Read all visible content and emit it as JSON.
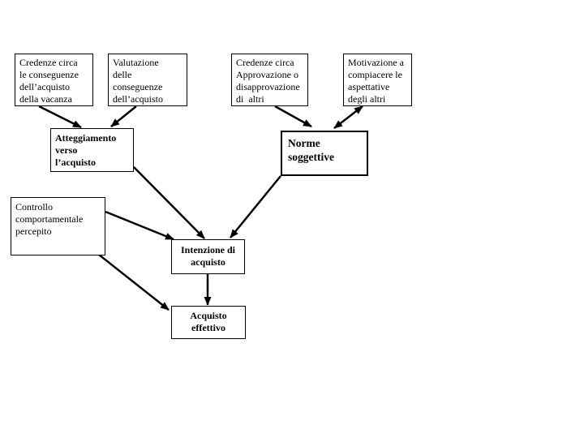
{
  "diagram": {
    "background_color": "#ffffff",
    "line_color": "#000000",
    "nodes": {
      "beliefs_consequences": {
        "text": "Credenze circa\nle conseguenze\ndell’acquisto\ndella vacanza"
      },
      "evaluation_consequences": {
        "text": "Valutazione\ndelle\nconseguenze\ndell’acquisto"
      },
      "normative_beliefs": {
        "text": "Credenze circa\nApprovazione o\ndisapprovazione\ndi  altri"
      },
      "motivation_to_comply": {
        "text": "Motivazione a\ncompiacere le\naspettative\ndegli altri"
      },
      "attitude": {
        "text": "Atteggiamento\nverso\nl’acquisto"
      },
      "subjective_norms": {
        "text": "Norme\nsoggettive"
      },
      "perceived_control": {
        "text": "Controllo\ncomportamentale\npercepito"
      },
      "purchase_intention": {
        "text": "Intenzione di\nacquisto"
      },
      "actual_purchase": {
        "text": "Acquisto\neffettivo"
      }
    },
    "edges": [
      {
        "from": "beliefs_consequences",
        "to": "attitude",
        "bidirectional": false
      },
      {
        "from": "evaluation_consequences",
        "to": "attitude",
        "bidirectional": false
      },
      {
        "from": "normative_beliefs",
        "to": "subjective_norms",
        "bidirectional": false
      },
      {
        "from": "motivation_to_comply",
        "to": "subjective_norms",
        "bidirectional": true
      },
      {
        "from": "attitude",
        "to": "purchase_intention",
        "bidirectional": false
      },
      {
        "from": "subjective_norms",
        "to": "purchase_intention",
        "bidirectional": false
      },
      {
        "from": "perceived_control",
        "to": "purchase_intention",
        "bidirectional": false
      },
      {
        "from": "perceived_control",
        "to": "actual_purchase",
        "bidirectional": false
      },
      {
        "from": "purchase_intention",
        "to": "actual_purchase",
        "bidirectional": false
      }
    ]
  }
}
